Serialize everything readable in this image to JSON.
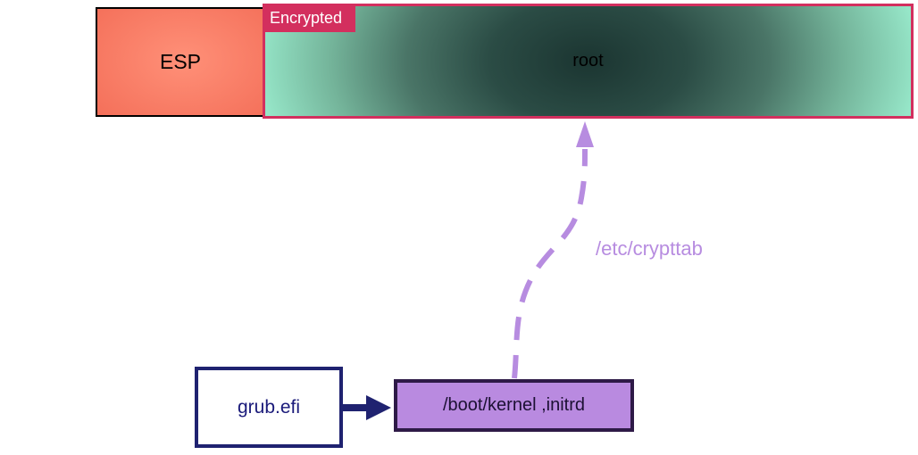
{
  "colors": {
    "esp-center": "#ff9078",
    "esp-edge": "#f4705a",
    "esp-border": "#000000",
    "root-center": "#1b3531",
    "root-edge": "#96e6c8",
    "crimson": "#d32f5e",
    "navy": "#1f2270",
    "navy-text": "#1a1a7a",
    "indigo": "#2e1a47",
    "purple-fill": "#b98ae0",
    "kernel-text": "#1c1033",
    "lavender": "#b78ce0"
  },
  "partitions": {
    "esp": {
      "label": "ESP"
    },
    "root": {
      "label": "root",
      "tag": "Encrypted"
    }
  },
  "boxes": {
    "grub": {
      "label": "grub.efi"
    },
    "kernel": {
      "label": "/boot/kernel ,initrd"
    }
  },
  "arrows": {
    "grub_to_kernel": {
      "style": "solid"
    },
    "kernel_to_root": {
      "style": "dashed",
      "label": "/etc/crypttab"
    }
  }
}
